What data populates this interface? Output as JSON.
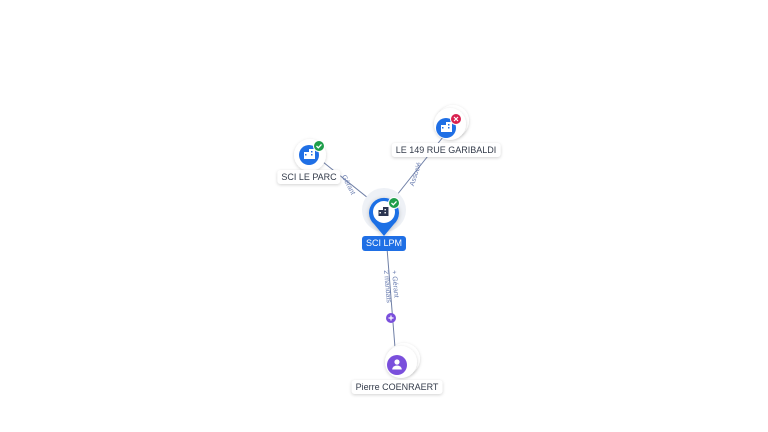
{
  "nodes": {
    "main": {
      "label": "SCI LPM",
      "status": "active"
    },
    "parc": {
      "label": "SCI LE PARC",
      "status": "active"
    },
    "garibaldi": {
      "label": "LE 149 RUE GARIBALDI",
      "status": "closed"
    },
    "person": {
      "label": "Pierre COENRAERT"
    }
  },
  "edges": {
    "parc": {
      "label": "Gérant"
    },
    "garibaldi": {
      "label": "Associé"
    },
    "person": {
      "label_line1": "+ Gérant",
      "label_line2": "2 mandats"
    }
  },
  "colors": {
    "company_icon": "#1f6fe5",
    "person_icon": "#7a4fdc",
    "status_ok": "#1e9e4a",
    "status_closed": "#d9214f",
    "edge_line": "#6f7fa6",
    "main_label_bg": "#1f6fe5"
  },
  "icons": {
    "company": "building-icon",
    "person": "person-icon",
    "ok": "check-badge-icon",
    "closed": "x-badge-icon",
    "more": "plus-circle-icon"
  }
}
